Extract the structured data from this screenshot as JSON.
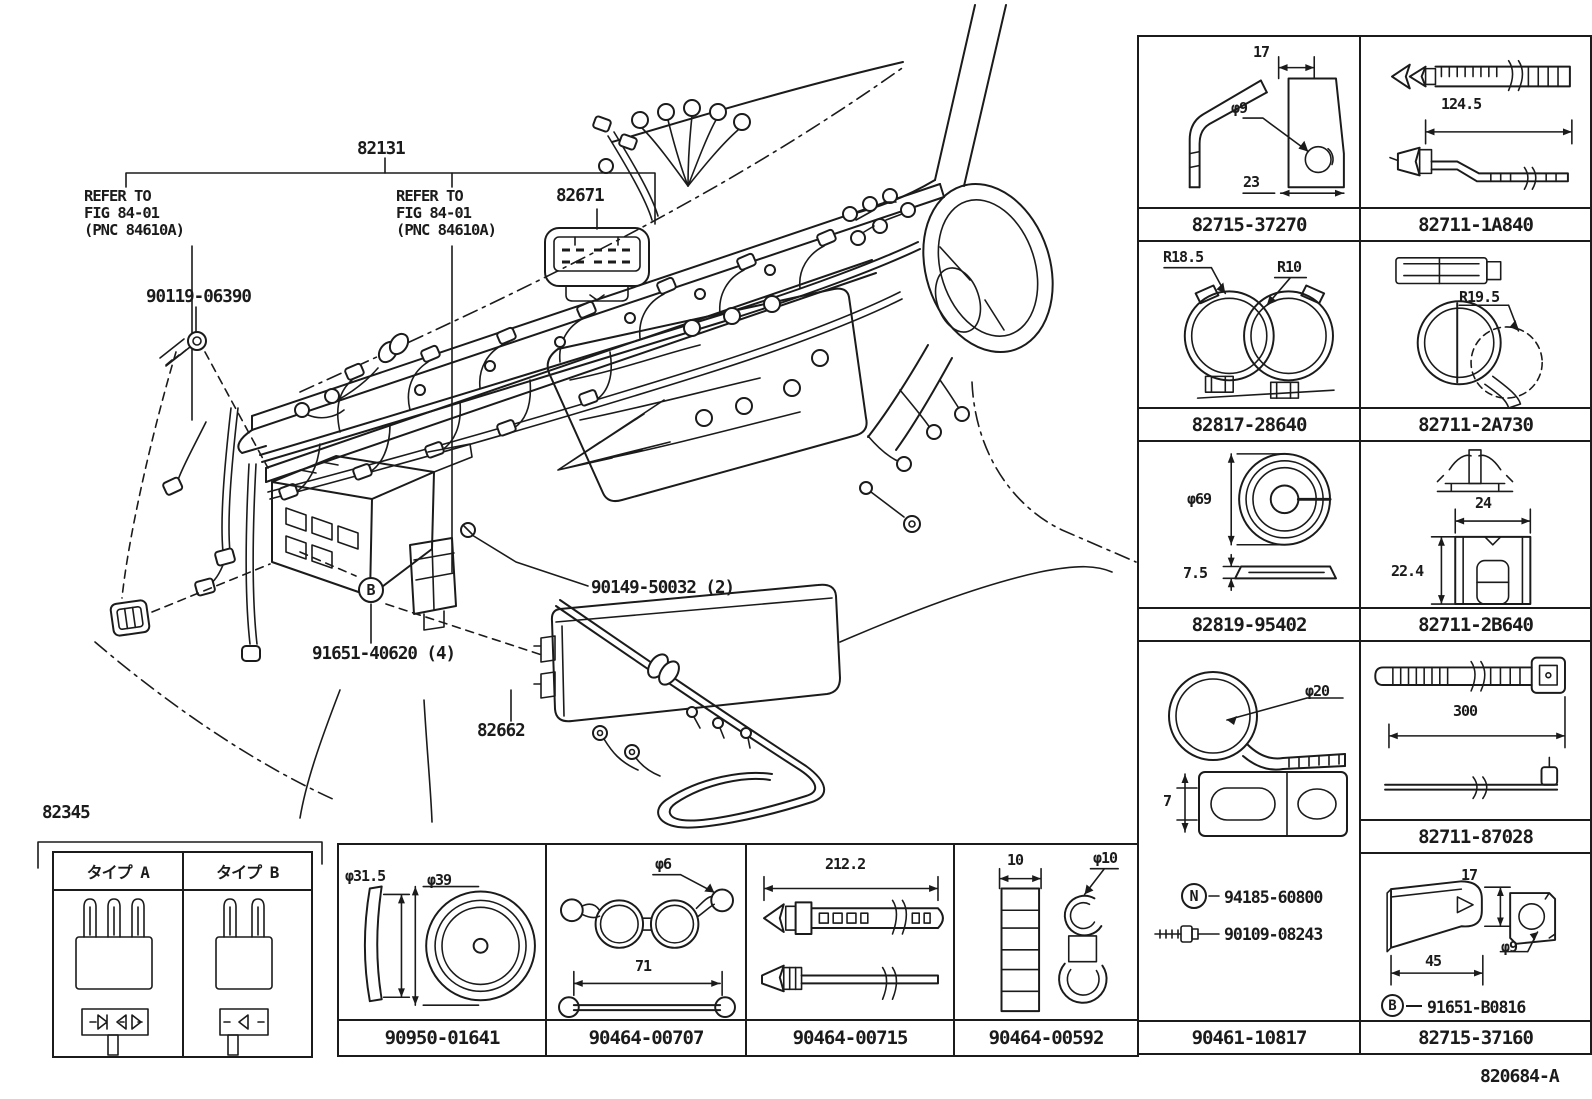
{
  "page": {
    "drawing_number": "820684-A"
  },
  "main_diagram": {
    "harness_label": "82131",
    "refer_note_left": [
      "REFER TO",
      "FIG 84-01",
      "(PNC 84610A)"
    ],
    "refer_note_right": [
      "REFER TO",
      "FIG 84-01",
      "(PNC 84610A)"
    ],
    "connector_label": "82671",
    "bolt_label": "90119-06390",
    "screw_label": "90149-50032 (2)",
    "clip_callout": {
      "letter": "B",
      "label": "91651-40620 (4)"
    },
    "ecu_label": "82662"
  },
  "type_table": {
    "title": "82345",
    "columns": [
      "タイプ A",
      "タイプ B"
    ]
  },
  "bottom_row": [
    {
      "part_number": "90950-01641",
      "dims": [
        "φ31.5",
        "φ39"
      ]
    },
    {
      "part_number": "90464-00707",
      "dims": [
        "φ6",
        "71"
      ]
    },
    {
      "part_number": "90464-00715",
      "dims": [
        "212.2"
      ]
    },
    {
      "part_number": "90464-00592",
      "dims": [
        "10",
        "φ10"
      ]
    }
  ],
  "right_panel": {
    "r1_left": {
      "part_number": "82715-37270",
      "dims": [
        "17",
        "φ9",
        "23"
      ]
    },
    "r1_right": {
      "part_number": "82711-1A840",
      "dims": [
        "124.5"
      ]
    },
    "r2_left": {
      "part_number": "82817-28640",
      "dims": [
        "R18.5",
        "R10"
      ]
    },
    "r2_right": {
      "part_number": "82711-2A730",
      "dims": [
        "R19.5"
      ]
    },
    "r3_left": {
      "part_number": "82819-95402",
      "dims": [
        "φ69",
        "7.5"
      ]
    },
    "r3_right": {
      "part_number": "82711-2B640",
      "dims": [
        "24",
        "22.4"
      ]
    },
    "r4_left": {
      "part_number": "90461-10817",
      "dims": [
        "φ20",
        "7"
      ],
      "callouts": [
        {
          "letter": "N",
          "part_number": "94185-60800"
        },
        {
          "icon": "bolt-screw-icon",
          "part_number": "90109-08243"
        }
      ]
    },
    "r4_right": {
      "part_number": "82711-87028",
      "dims": [
        "300"
      ]
    },
    "r5_right": {
      "part_number": "82715-37160",
      "dims": [
        "17",
        "45",
        "φ9"
      ],
      "callout": {
        "letter": "B",
        "part_number": "91651-B0816"
      }
    }
  }
}
